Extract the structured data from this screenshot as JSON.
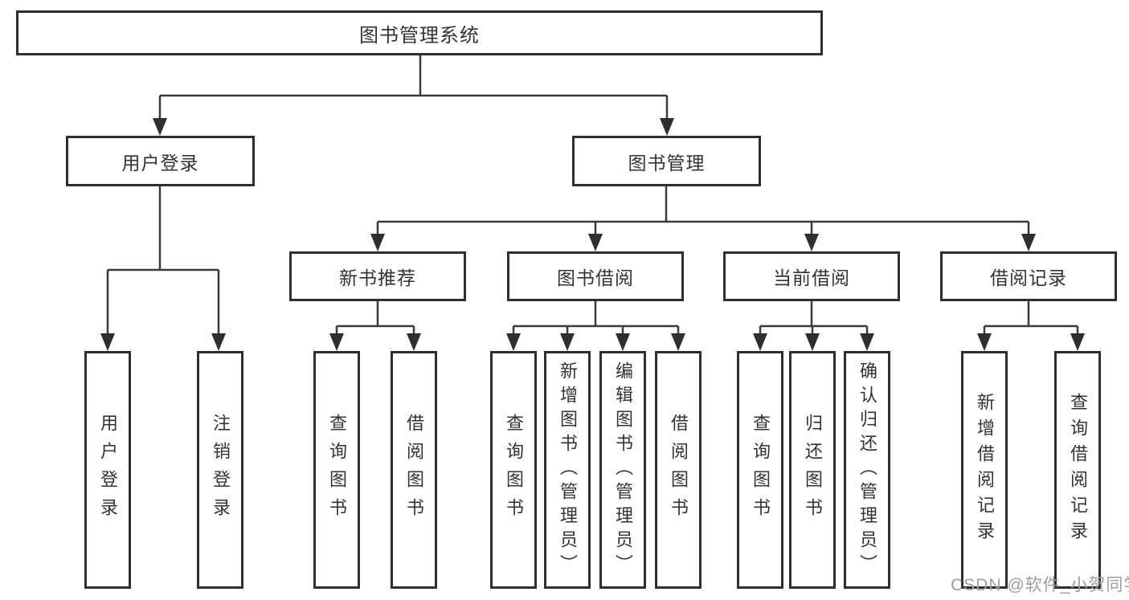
{
  "diagram": {
    "root": {
      "label": "图书管理系统"
    },
    "level2": [
      {
        "label": "用户登录"
      },
      {
        "label": "图书管理"
      }
    ],
    "level3": [
      {
        "label": "新书推荐"
      },
      {
        "label": "图书借阅"
      },
      {
        "label": "当前借阅"
      },
      {
        "label": "借阅记录"
      }
    ],
    "leaves": [
      {
        "label": "用户登录"
      },
      {
        "label": "注销登录"
      },
      {
        "label": "查询图书"
      },
      {
        "label": "借阅图书"
      },
      {
        "label": "查询图书"
      },
      {
        "label": "新增图书（管理员）"
      },
      {
        "label": "编辑图书（管理员）"
      },
      {
        "label": "借阅图书"
      },
      {
        "label": "查询图书"
      },
      {
        "label": "归还图书"
      },
      {
        "label": "确认归还（管理员）"
      },
      {
        "label": "新增借阅记录"
      },
      {
        "label": "查询借阅记录"
      }
    ],
    "watermark": "CSDN @软件_小贺同学",
    "colors": {
      "line": "#3a3a3a",
      "border": "#2f2f2f",
      "text": "#333333",
      "watermark": "#9e9e9e",
      "background": "#ffffff"
    }
  }
}
